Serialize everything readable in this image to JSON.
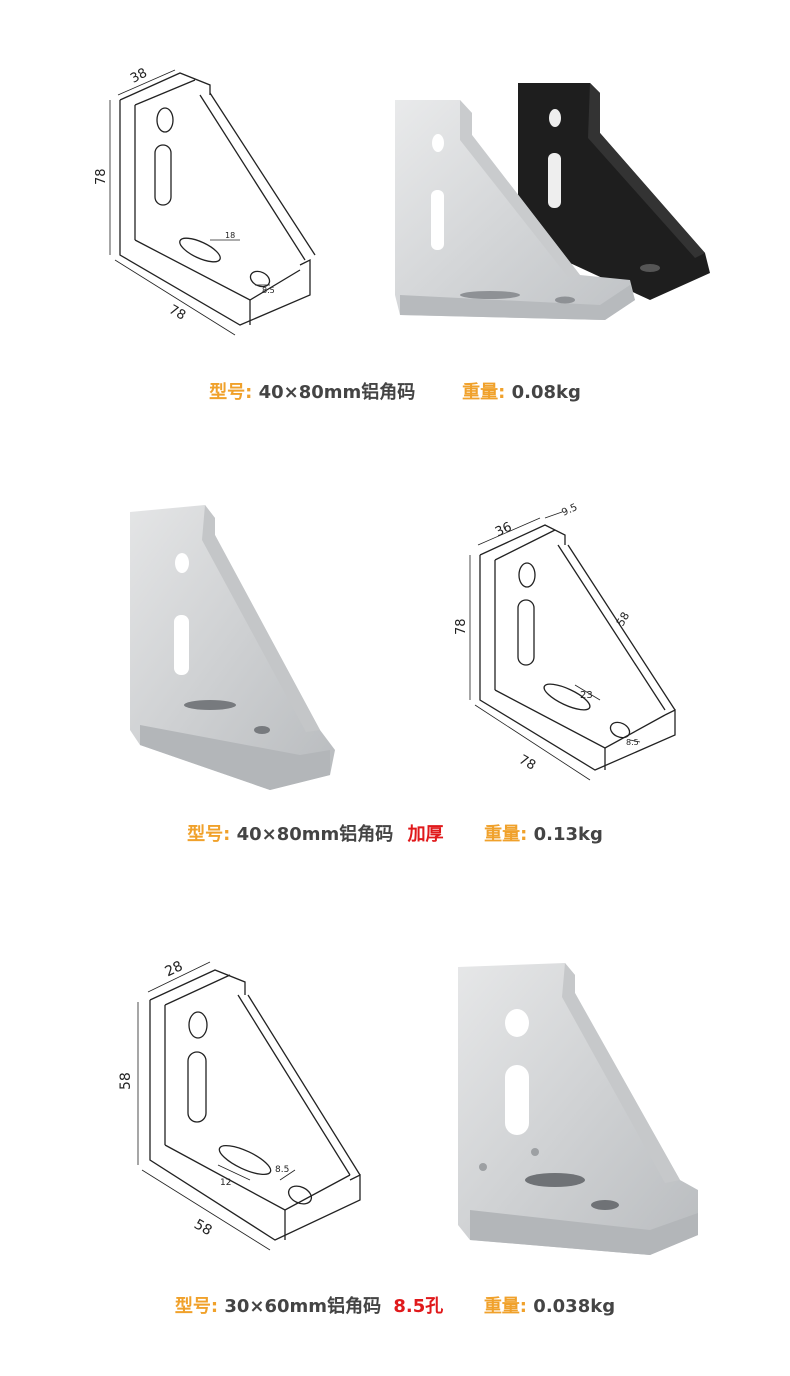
{
  "products": [
    {
      "dims": {
        "width": "38",
        "height": "78",
        "length": "78",
        "slot": "18",
        "hole": "8.5"
      },
      "caption": {
        "model_label": "型号:",
        "model_value": "40×80mm铝角码",
        "extra": "",
        "weight_label": "重量:",
        "weight_value": "0.08kg"
      }
    },
    {
      "dims": {
        "width": "36",
        "offset": "9.5",
        "height": "78",
        "diag": "58",
        "length": "78",
        "slot": "23",
        "hole": "8.5"
      },
      "caption": {
        "model_label": "型号:",
        "model_value": "40×80mm铝角码",
        "extra": "加厚",
        "weight_label": "重量:",
        "weight_value": "0.13kg"
      }
    },
    {
      "dims": {
        "width": "28",
        "height": "58",
        "length": "58",
        "slot": "12",
        "hole": "8.5"
      },
      "caption": {
        "model_label": "型号:",
        "model_value": "30×60mm铝角码",
        "extra": "8.5孔",
        "weight_label": "重量:",
        "weight_value": "0.038kg"
      }
    }
  ],
  "colors": {
    "label": "#f0a12b",
    "highlight": "#e0191b",
    "text": "#444444",
    "silver": "#d4d6d8",
    "black": "#1e1e1e"
  }
}
